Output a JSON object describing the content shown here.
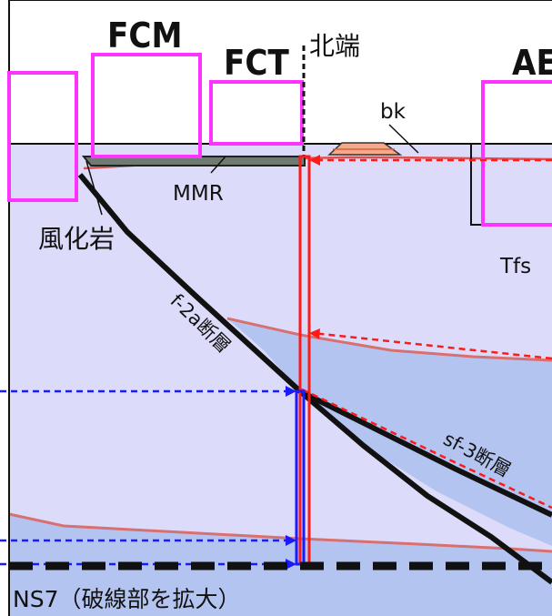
{
  "labels": {
    "fcm": "FCM",
    "fct": "FCT",
    "north_end": "北端",
    "ae": "AE",
    "bk": "bk",
    "mmr": "MMR",
    "weathered_rock": "風化岩",
    "tfs": "Tfs",
    "fault_f2a": "f-2a断層",
    "fault_sf3": "sf-3断層",
    "caption": "NS7（破線部を拡大）"
  },
  "colors": {
    "background_light": "#dcdcfa",
    "background_deep": "#b4c4f0",
    "magenta": "#ff33ff",
    "red": "#ff1a1a",
    "blue": "#1a1aff",
    "mmr_fill": "#6f7b72",
    "thin_red_line": "#d87070"
  }
}
